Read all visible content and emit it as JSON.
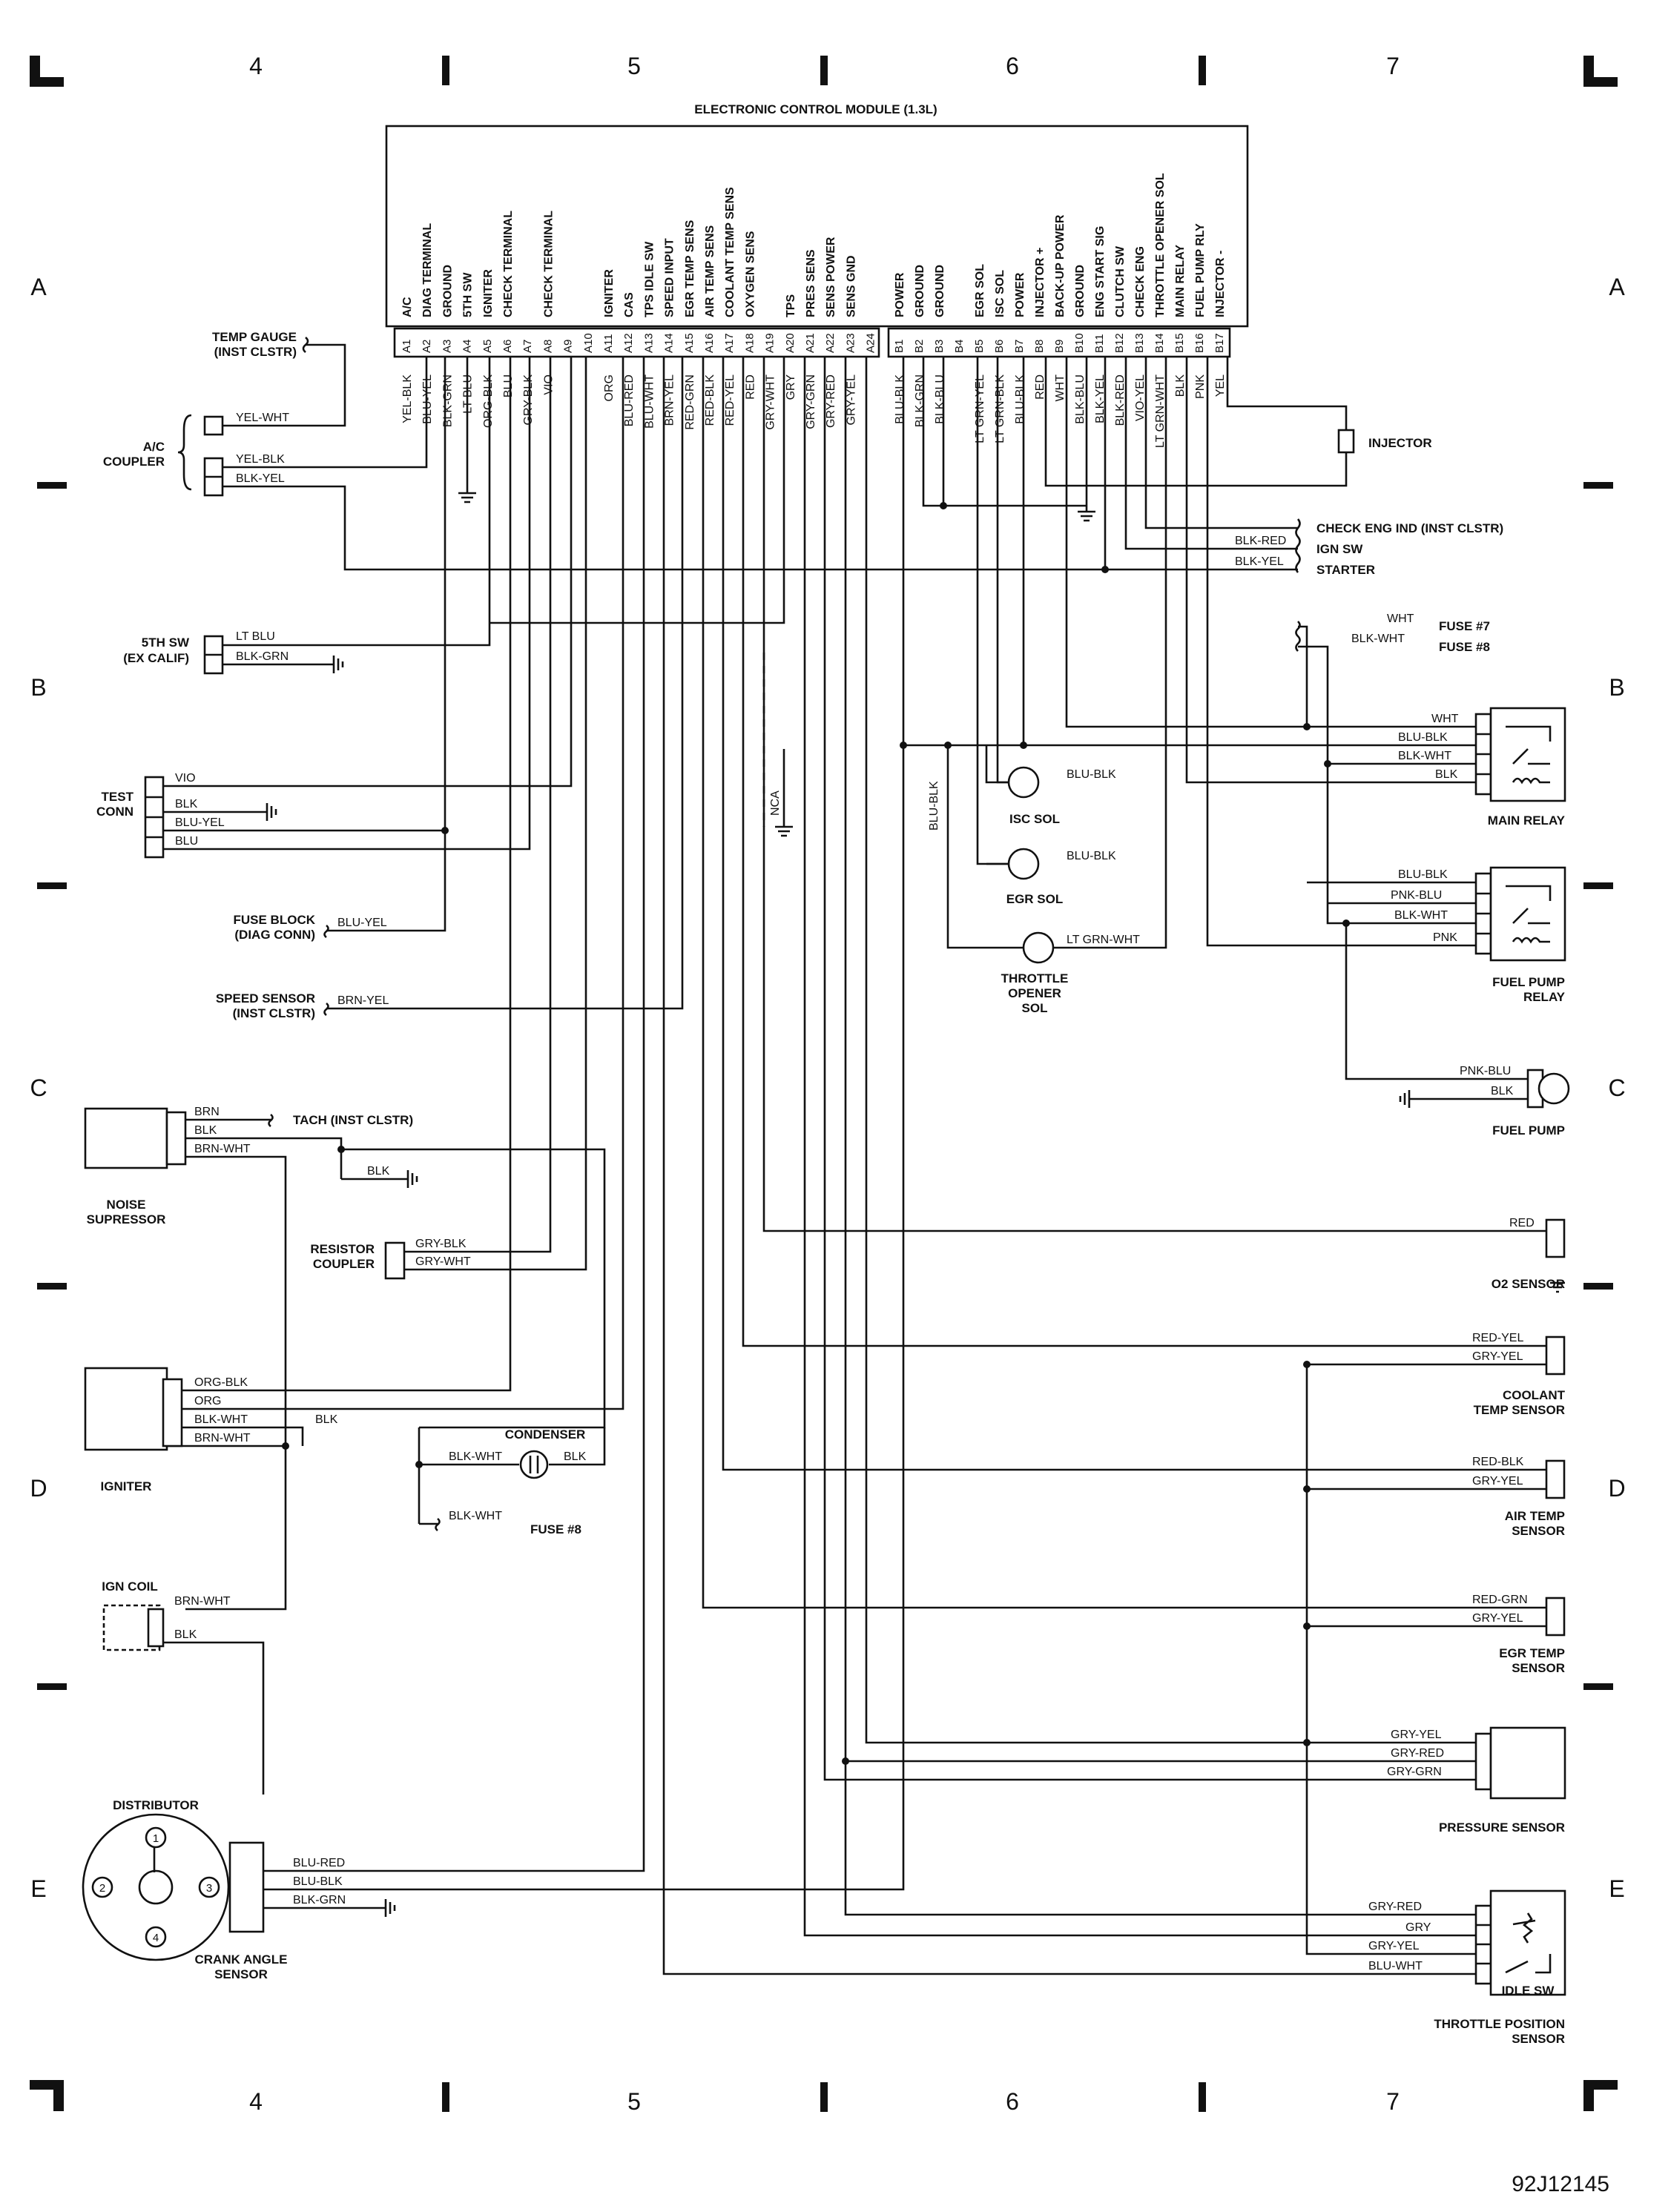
{
  "module": {
    "title": "ELECTRONIC CONTROL MODULE (1.3L)"
  },
  "grid": {
    "cols": [
      "4",
      "5",
      "6",
      "7"
    ],
    "rows": [
      "A",
      "B",
      "C",
      "D",
      "E"
    ]
  },
  "terminals": {
    "a": [
      {
        "pin": "A1",
        "fn": "A/C",
        "wire": "YEL-BLK"
      },
      {
        "pin": "A2",
        "fn": "DIAG TERMINAL",
        "wire": "BLU-YEL"
      },
      {
        "pin": "A3",
        "fn": "GROUND",
        "wire": "BLK-GRN"
      },
      {
        "pin": "A4",
        "fn": "5TH SW",
        "wire": "LT BLU"
      },
      {
        "pin": "A5",
        "fn": "IGNITER",
        "wire": "ORG-BLK"
      },
      {
        "pin": "A6",
        "fn": "CHECK TERMINAL",
        "wire": "BLU"
      },
      {
        "pin": "A7",
        "fn": "",
        "wire": "GRY-BLK"
      },
      {
        "pin": "A8",
        "fn": "CHECK TERMINAL",
        "wire": "VIO"
      },
      {
        "pin": "A9",
        "fn": "",
        "wire": ""
      },
      {
        "pin": "A10",
        "fn": "",
        "wire": ""
      },
      {
        "pin": "A11",
        "fn": "IGNITER",
        "wire": "ORG"
      },
      {
        "pin": "A12",
        "fn": "CAS",
        "wire": "BLU-RED"
      },
      {
        "pin": "A13",
        "fn": "TPS IDLE SW",
        "wire": "BLU-WHT"
      },
      {
        "pin": "A14",
        "fn": "SPEED INPUT",
        "wire": "BRN-YEL"
      },
      {
        "pin": "A15",
        "fn": "EGR TEMP SENS",
        "wire": "RED-GRN"
      },
      {
        "pin": "A16",
        "fn": "AIR TEMP SENS",
        "wire": "RED-BLK"
      },
      {
        "pin": "A17",
        "fn": "COOLANT TEMP SENS",
        "wire": "RED-YEL"
      },
      {
        "pin": "A18",
        "fn": "OXYGEN SENS",
        "wire": "RED"
      },
      {
        "pin": "A19",
        "fn": "",
        "wire": "GRY-WHT"
      },
      {
        "pin": "A20",
        "fn": "TPS",
        "wire": "GRY"
      },
      {
        "pin": "A21",
        "fn": "PRES SENS",
        "wire": "GRY-GRN"
      },
      {
        "pin": "A22",
        "fn": "SENS POWER",
        "wire": "GRY-RED"
      },
      {
        "pin": "A23",
        "fn": "SENS GND",
        "wire": "GRY-YEL"
      },
      {
        "pin": "A24",
        "fn": "",
        "wire": ""
      }
    ],
    "b": [
      {
        "pin": "B1",
        "fn": "POWER",
        "wire": "BLU-BLK"
      },
      {
        "pin": "B2",
        "fn": "GROUND",
        "wire": "BLK-GRN"
      },
      {
        "pin": "B3",
        "fn": "GROUND",
        "wire": "BLK-BLU"
      },
      {
        "pin": "B4",
        "fn": "",
        "wire": ""
      },
      {
        "pin": "B5",
        "fn": "EGR SOL",
        "wire": "LT GRN-YEL"
      },
      {
        "pin": "B6",
        "fn": "ISC SOL",
        "wire": "LT GRN-BLK"
      },
      {
        "pin": "B7",
        "fn": "POWER",
        "wire": "BLU-BLK"
      },
      {
        "pin": "B8",
        "fn": "INJECTOR +",
        "wire": "RED"
      },
      {
        "pin": "B9",
        "fn": "BACK-UP POWER",
        "wire": "WHT"
      },
      {
        "pin": "B10",
        "fn": "GROUND",
        "wire": "BLK-BLU"
      },
      {
        "pin": "B11",
        "fn": "ENG START SIG",
        "wire": "BLK-YEL"
      },
      {
        "pin": "B12",
        "fn": "CLUTCH SW",
        "wire": "BLK-RED"
      },
      {
        "pin": "B13",
        "fn": "CHECK ENG",
        "wire": "VIO-YEL"
      },
      {
        "pin": "B14",
        "fn": "THROTTLE OPENER SOL",
        "wire": "LT GRN-WHT"
      },
      {
        "pin": "B15",
        "fn": "MAIN RELAY",
        "wire": "BLK"
      },
      {
        "pin": "B16",
        "fn": "FUEL PUMP RLY",
        "wire": "PNK"
      },
      {
        "pin": "B17",
        "fn": "INJECTOR -",
        "wire": "YEL"
      }
    ]
  },
  "left": {
    "temp_gauge": "TEMP GAUGE",
    "temp_gauge_sub": "(INST CLSTR)",
    "ac_coupler_1": "A/C",
    "ac_coupler_2": "COUPLER",
    "ac_w1": "YEL-WHT",
    "ac_w2": "YEL-BLK",
    "ac_w3": "BLK-YEL",
    "fifth_sw": "5TH SW",
    "fifth_sw_sub": "(EX CALIF)",
    "fifth_w1": "LT BLU",
    "fifth_w2": "BLK-GRN",
    "test_conn_1": "TEST",
    "test_conn_2": "CONN",
    "test_w": [
      "VIO",
      "BLK",
      "BLU-YEL",
      "BLU"
    ],
    "fuse_block": "FUSE BLOCK",
    "fuse_block_sub": "(DIAG CONN)",
    "fuse_block_w": "BLU-YEL",
    "speed_sensor": "SPEED SENSOR",
    "speed_sensor_sub": "(INST CLSTR)",
    "speed_sensor_w": "BRN-YEL",
    "noise_1": "NOISE",
    "noise_2": "SUPRESSOR",
    "noise_w": [
      "BRN",
      "BLK",
      "BRN-WHT"
    ],
    "tach": "TACH (INST CLSTR)",
    "blk": "BLK",
    "resistor_1": "RESISTOR",
    "resistor_2": "COUPLER",
    "resistor_w": [
      "GRY-BLK",
      "GRY-WHT"
    ],
    "igniter": "IGNITER",
    "igniter_w": [
      "ORG-BLK",
      "ORG",
      "BLK-WHT",
      "BRN-WHT"
    ],
    "condenser": "CONDENSER",
    "cond_w1": "BLK-WHT",
    "cond_w2": "BLK",
    "fuse8_w": "BLK-WHT",
    "fuse8": "FUSE #8",
    "ign_coil": "IGN COIL",
    "coil_w1": "BRN-WHT",
    "coil_w2": "BLK",
    "distributor": "DISTRIBUTOR",
    "cas_1": "CRANK ANGLE",
    "cas_2": "SENSOR",
    "cas_w": [
      "BLU-RED",
      "BLU-BLK",
      "BLK-GRN"
    ],
    "dist_nums": [
      "1",
      "2",
      "3",
      "4"
    ]
  },
  "right": {
    "injector": "INJECTOR",
    "check_eng": "CHECK ENG IND (INST CLSTR)",
    "ign_sw": "IGN SW",
    "starter": "STARTER",
    "ign_sw_w": "BLK-RED",
    "starter_w": "BLK-YEL",
    "fuse7_w": "WHT",
    "fuse7": "FUSE #7",
    "fuse8b_w": "BLK-WHT",
    "fuse8b": "FUSE #8",
    "main_relay": "MAIN RELAY",
    "main_w": [
      "WHT",
      "BLU-BLK",
      "BLK-WHT",
      "BLK"
    ],
    "isc_w": "BLU-BLK",
    "isc": "ISC SOL",
    "egr_w": "BLU-BLK",
    "egr": "EGR SOL",
    "tos_w": "LT GRN-WHT",
    "tos": [
      "THROTTLE",
      "OPENER",
      "SOL"
    ],
    "vert_w": "BLU-BLK",
    "nca": "NCA",
    "fp_relay": [
      "FUEL PUMP",
      "RELAY"
    ],
    "fp_relay_w": [
      "BLU-BLK",
      "PNK-BLU",
      "BLK-WHT",
      "PNK"
    ],
    "fp_w": [
      "PNK-BLU",
      "BLK"
    ],
    "fuel_pump": "FUEL PUMP",
    "o2_w": "RED",
    "o2": "O2 SENSOR",
    "cts_w": [
      "RED-YEL",
      "GRY-YEL"
    ],
    "cts": [
      "COOLANT",
      "TEMP SENSOR"
    ],
    "ats_w": [
      "RED-BLK",
      "GRY-YEL"
    ],
    "ats": [
      "AIR TEMP",
      "SENSOR"
    ],
    "egrts_w": [
      "RED-GRN",
      "GRY-YEL"
    ],
    "egrts": [
      "EGR TEMP",
      "SENSOR"
    ],
    "ps_w": [
      "GRY-YEL",
      "GRY-RED",
      "GRY-GRN"
    ],
    "ps": "PRESSURE SENSOR",
    "tps_w": [
      "GRY-RED",
      "GRY",
      "GRY-YEL",
      "BLU-WHT"
    ],
    "idle_sw": "IDLE SW",
    "tps": [
      "THROTTLE POSITION",
      "SENSOR"
    ]
  },
  "footer": {
    "code": "92J12145"
  }
}
